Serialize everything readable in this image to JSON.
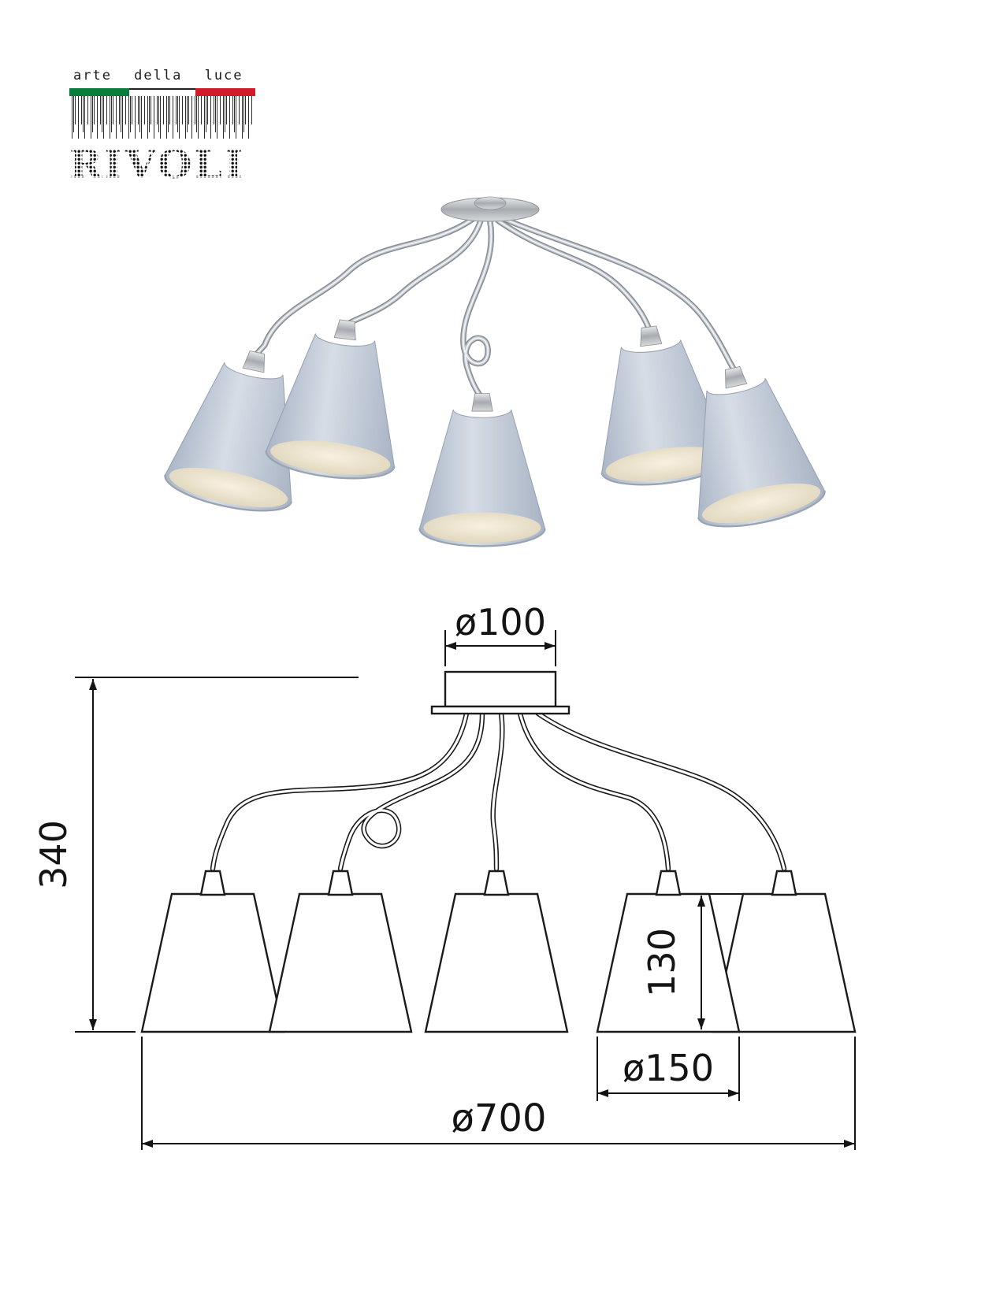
{
  "brand": {
    "tagline": "arte della luce",
    "name": "RIVOLI"
  },
  "dimensions": {
    "mount_diameter": "ø100",
    "fixture_height": "340",
    "shade_height": "130",
    "shade_diameter": "ø150",
    "overall_diameter": "ø700"
  },
  "colors": {
    "logo_green": "#0a7d3c",
    "logo_red": "#cf1b2b",
    "shade_fabric": "#bfc9d7",
    "shade_inner": "#f5eedd",
    "chrome": "#a9adb3",
    "line": "#1b1b1b"
  }
}
